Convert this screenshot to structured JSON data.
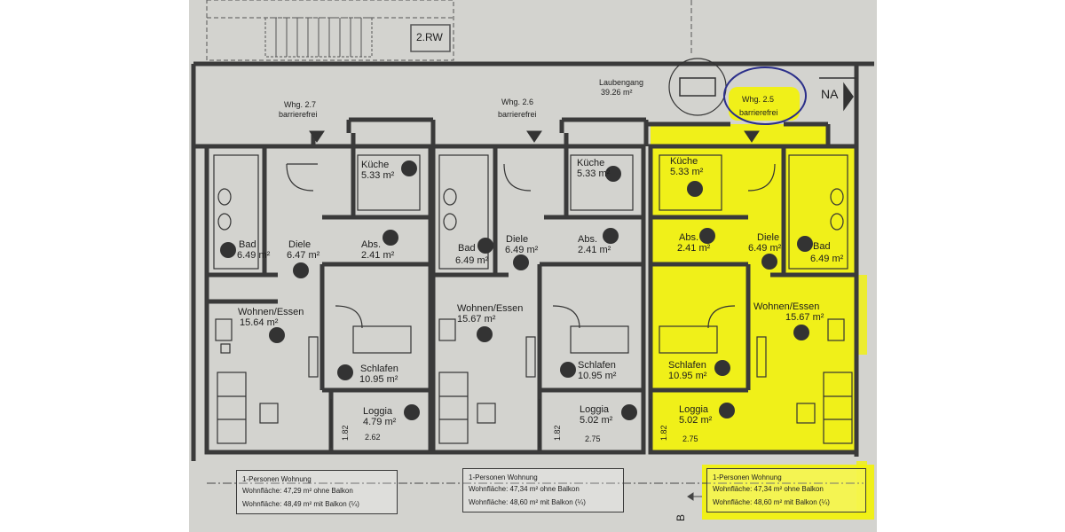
{
  "colors": {
    "paper": "#d3d3cf",
    "wall": "#3a3a3a",
    "highlight": "#f2f20a",
    "pen_circle": "#2b2f8a"
  },
  "header": {
    "stair_label": "2.RW",
    "corridor_name": "Laubengang",
    "corridor_area": "39.26 m²",
    "na_label": "NA"
  },
  "units": [
    {
      "entry_name": "Whg. 2.7",
      "entry_note": "barrierefrei",
      "kitchen_name": "Küche",
      "kitchen_area": "5.33 m²",
      "bath_name": "Bad",
      "bath_area": "6.49 m²",
      "hall_name": "Diele",
      "hall_area": "6.47 m²",
      "storage_name": "Abs.",
      "storage_area": "2.41 m²",
      "living_name": "Wohnen/Essen",
      "living_area": "15.64 m²",
      "bed_name": "Schlafen",
      "bed_area": "10.95 m²",
      "loggia_name": "Loggia",
      "loggia_area": "4.79 m²",
      "loggia_depth": "1.82",
      "loggia_width": "2.62",
      "summary_type": "1-Personen Wohnung",
      "summary_area1": "Wohnfläche: 47,29 m² ohne Balkon",
      "summary_area2": "Wohnfläche: 48,49 m² mit Balkon (¼)"
    },
    {
      "entry_name": "Whg. 2.6",
      "entry_note": "barrierefrei",
      "kitchen_name": "Küche",
      "kitchen_area": "5.33 m²",
      "bath_name": "Bad",
      "bath_area": "6.49 m²",
      "hall_name": "Diele",
      "hall_area": "6.49 m²",
      "storage_name": "Abs.",
      "storage_area": "2.41 m²",
      "living_name": "Wohnen/Essen",
      "living_area": "15.67 m²",
      "bed_name": "Schlafen",
      "bed_area": "10.95 m²",
      "loggia_name": "Loggia",
      "loggia_area": "5.02 m²",
      "loggia_depth": "1.82",
      "loggia_width": "2.75",
      "summary_type": "1-Personen Wohnung",
      "summary_area1": "Wohnfläche: 47,34 m² ohne Balkon",
      "summary_area2": "Wohnfläche: 48,60 m² mit Balkon (¼)"
    },
    {
      "entry_name": "Whg. 2.5",
      "entry_note": "barrierefrei",
      "kitchen_name": "Küche",
      "kitchen_area": "5.33 m²",
      "bath_name": "Bad",
      "bath_area": "6.49 m²",
      "hall_name": "Diele",
      "hall_area": "6.49 m²",
      "storage_name": "Abs.",
      "storage_area": "2.41 m²",
      "living_name": "Wohnen/Essen",
      "living_area": "15.67 m²",
      "bed_name": "Schlafen",
      "bed_area": "10.95 m²",
      "loggia_name": "Loggia",
      "loggia_area": "5.02 m²",
      "loggia_depth": "1.82",
      "loggia_width": "2.75",
      "summary_type": "1-Personen Wohnung",
      "summary_area1": "Wohnfläche: 47,34 m² ohne Balkon",
      "summary_area2": "Wohnfläche: 48,60 m² mit Balkon (¼)"
    }
  ],
  "section_marker": "B"
}
